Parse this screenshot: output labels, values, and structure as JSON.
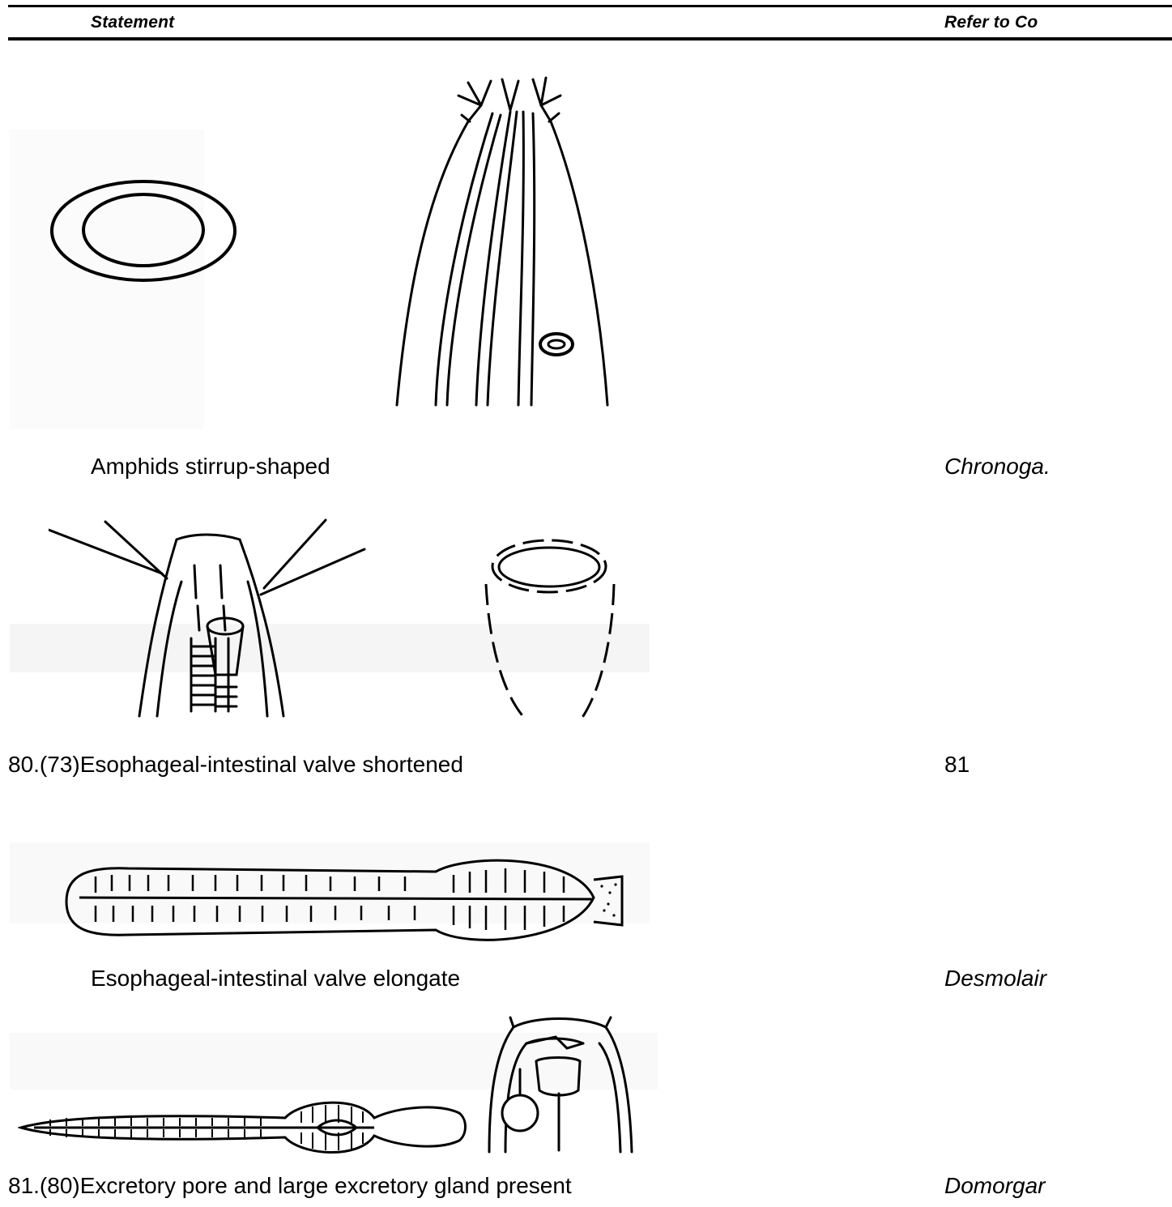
{
  "header": {
    "statement": "Statement",
    "refer_to": "Refer to Co"
  },
  "rows": [
    {
      "statement": "Amphids stirrup-shaped",
      "refer": "Chronoga."
    },
    {
      "statement": "80.(73)Esophageal-intestinal valve shortened",
      "refer": "81"
    },
    {
      "statement": "Esophageal-intestinal valve elongate",
      "refer": "Desmolair"
    },
    {
      "statement": "81.(80)Excretory pore and large excretory gland present",
      "refer": "Domorgar"
    }
  ]
}
